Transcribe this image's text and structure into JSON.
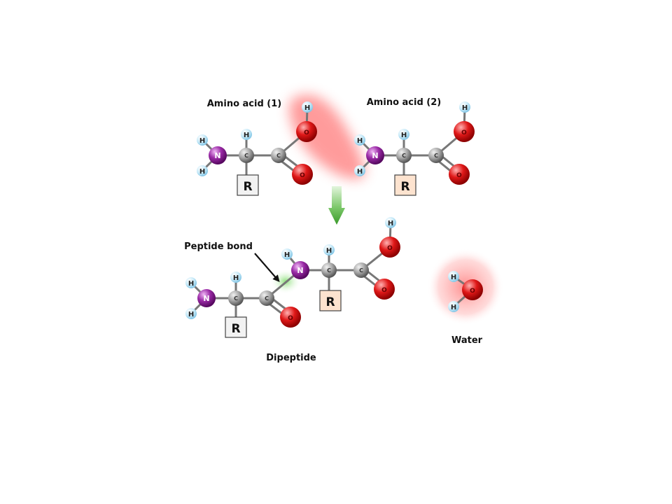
{
  "labels": {
    "amino_acid_1": "Amino acid (1)",
    "amino_acid_2": "Amino acid (2)",
    "peptide_bond": "Peptide bond",
    "dipeptide": "Dipeptide",
    "water": "Water"
  },
  "atoms": {
    "hydrogen": "H",
    "carbon": "C",
    "nitrogen": "N",
    "oxygen": "O",
    "r_group": "R"
  },
  "colors": {
    "hydrogen": "#bfe6f7",
    "carbon": "#9a9a9a",
    "nitrogen": "#8e1c9a",
    "oxygen": "#d81515",
    "bond": "#777777",
    "r_box_1": "#f2f2f2",
    "r_box_2": "#fde3cf",
    "reaction_arrow": "#4db33d",
    "water_highlight": "#ff8080",
    "peptide_highlight": "#7fdc6a"
  }
}
